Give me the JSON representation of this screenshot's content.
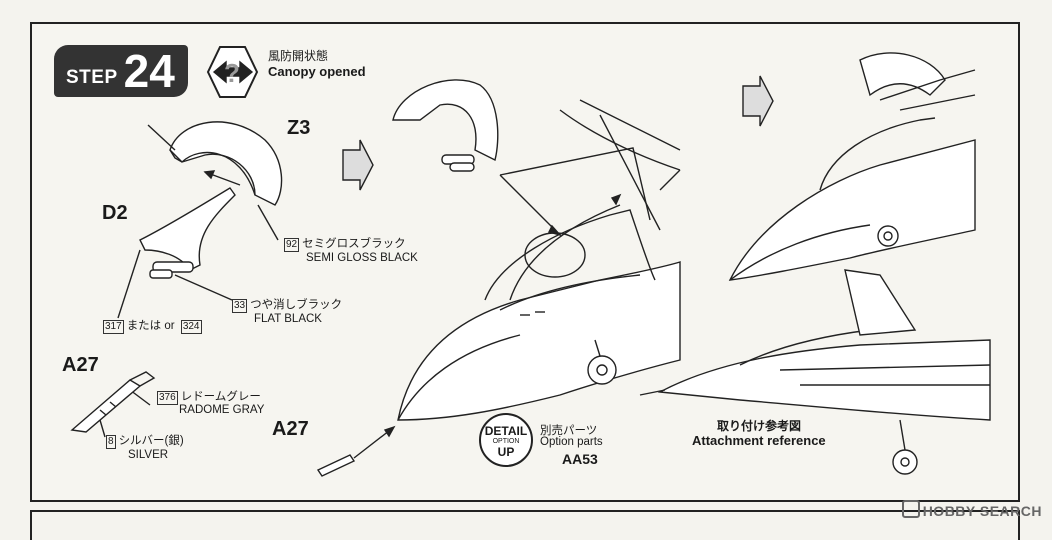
{
  "step": {
    "word": "STEP",
    "number": "24"
  },
  "canopy": {
    "jp": "風防開状態",
    "en": "Canopy opened"
  },
  "parts": {
    "z3": "Z3",
    "d2": "D2",
    "a27_left": "A27",
    "a27_bottom": "A27"
  },
  "paints": {
    "semi_gloss": {
      "code": "92",
      "jp": "セミグロスブラック",
      "en": "SEMI GLOSS BLACK"
    },
    "flat_black": {
      "code": "33",
      "jp": "つや消しブラック",
      "en": "FLAT BLACK"
    },
    "alt": {
      "code1": "317",
      "or_text": "または or",
      "code2": "324"
    },
    "radome": {
      "code": "376",
      "jp": "レドームグレー",
      "en": "RADOME GRAY"
    },
    "silver": {
      "code": "8",
      "jp": "シルバー(銀)",
      "en": "SILVER"
    }
  },
  "option": {
    "badge_line1": "DETAIL",
    "badge_line2": "OPTION",
    "badge_line3": "UP",
    "jp": "別売パーツ",
    "en": "Option parts",
    "code": "AA53"
  },
  "reference": {
    "jp": "取り付け参考図",
    "en": "Attachment reference"
  },
  "watermark": "HOBBY SEARCH",
  "colors": {
    "badge_bg": "#333333",
    "line": "#222222",
    "paper": "#f6f5f0"
  }
}
